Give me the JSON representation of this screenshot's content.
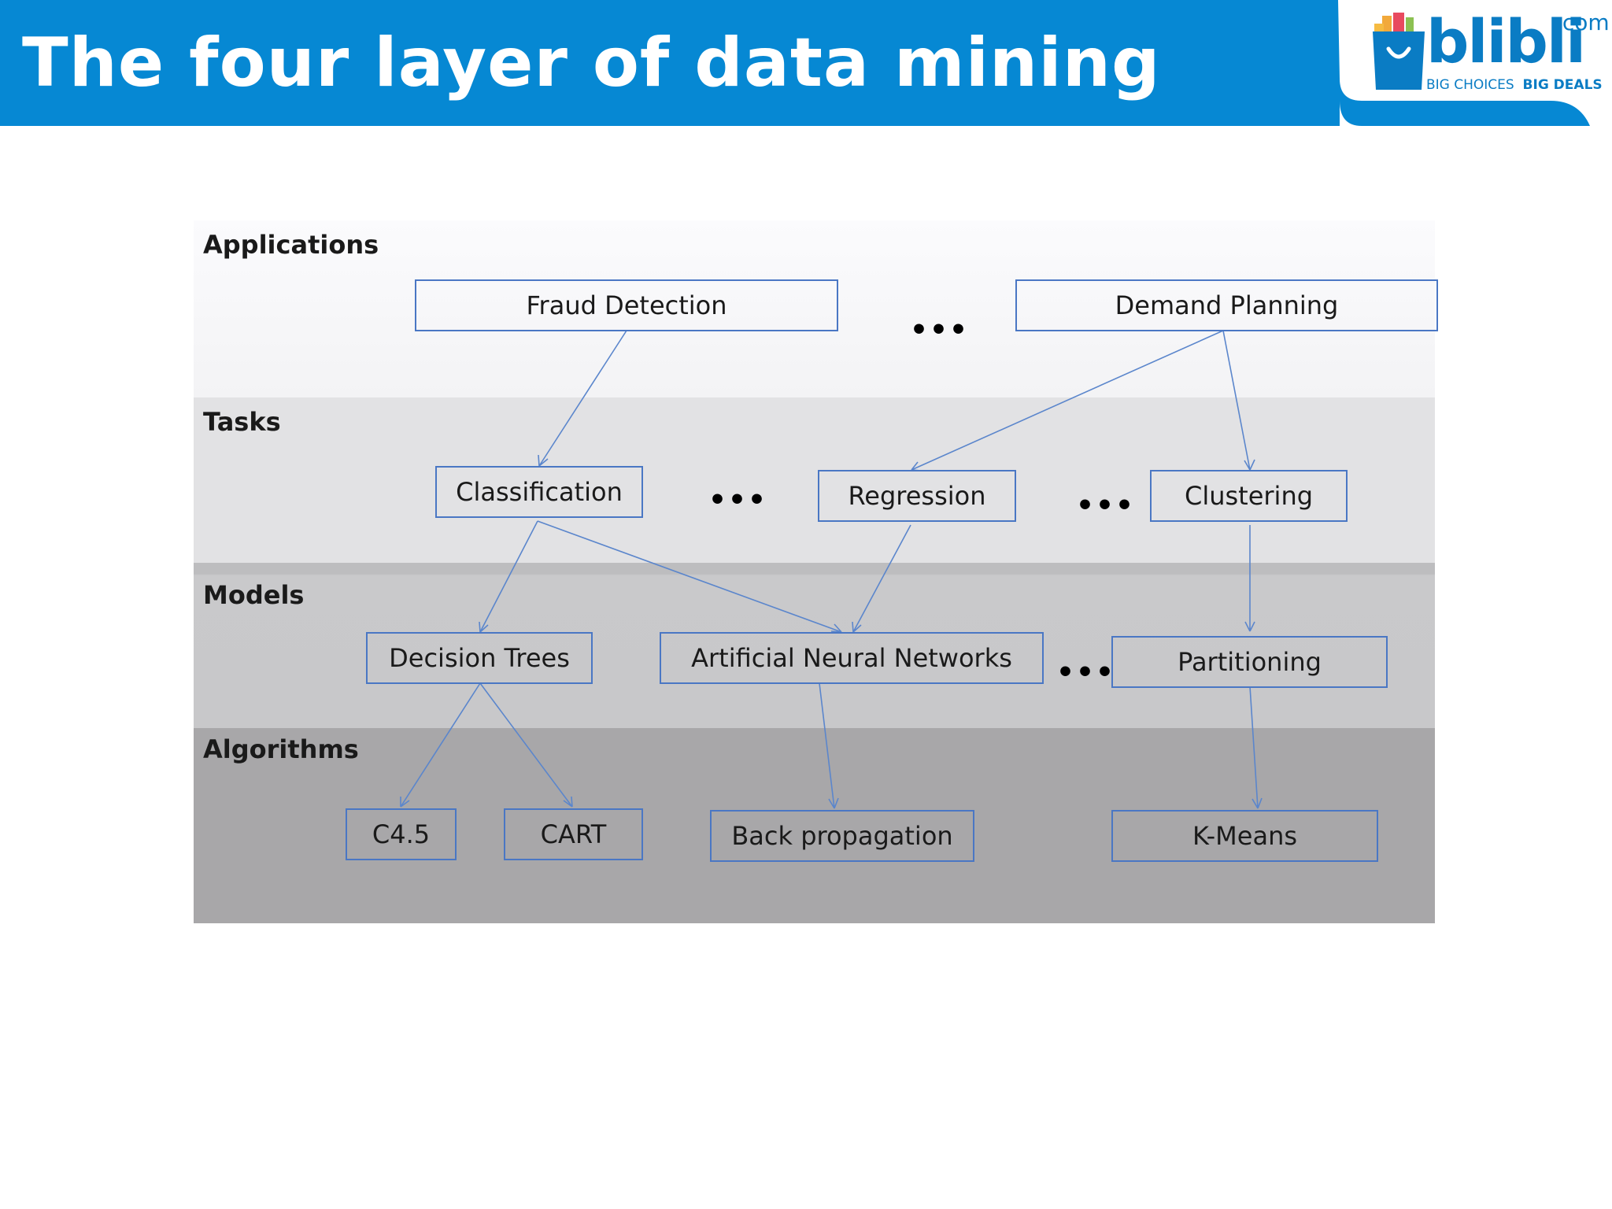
{
  "slide": {
    "title": "The four layer of data mining"
  },
  "logo": {
    "wordmark": "blibli",
    "suffix": ".com",
    "tagline_left": "BIG CHOICES",
    "tagline_right": "BIG DEALS"
  },
  "layers": {
    "applications": "Applications",
    "tasks": "Tasks",
    "models": "Models",
    "algorithms": "Algorithms"
  },
  "nodes": {
    "fraud_detection": "Fraud Detection",
    "demand_planning": "Demand Planning",
    "classification": "Classification",
    "regression": "Regression",
    "clustering": "Clustering",
    "decision_trees": "Decision Trees",
    "ann": "Artificial Neural Networks",
    "partitioning": "Partitioning",
    "c45": "C4.5",
    "cart": "CART",
    "back_propagation": "Back propagation",
    "kmeans": "K-Means"
  },
  "ellipsis": "•••",
  "colors": {
    "header_blue": "#0688d3",
    "node_border": "#4a77c4",
    "edge": "#5b86cc",
    "layer_applications": "#f7f7f9",
    "layer_tasks": "#e2e2e4",
    "layer_models": "#c8c8ca",
    "layer_algorithms": "#a8a7a9"
  }
}
